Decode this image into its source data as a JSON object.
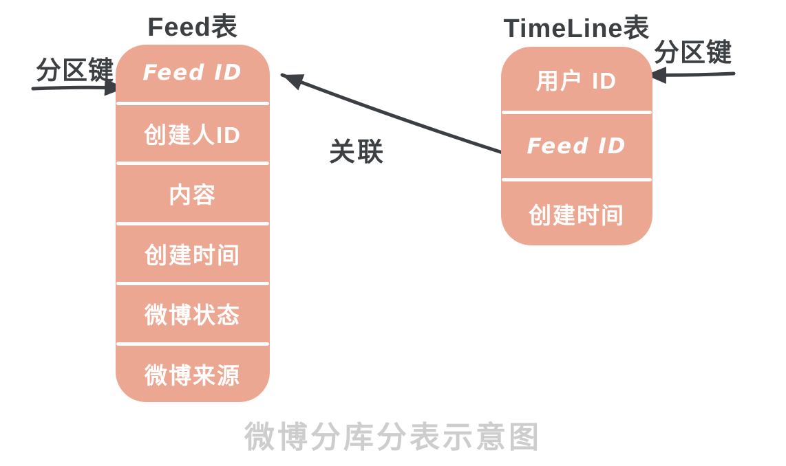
{
  "diagram": {
    "caption": "微博分库分表示意图",
    "relation_label": "关联",
    "partition_key_left": "分区键",
    "partition_key_right": "分区键",
    "tables": [
      {
        "id": "feed",
        "title": "Feed表",
        "rows": [
          "Feed ID",
          "创建人ID",
          "内容",
          "创建时间",
          "微博状态",
          "微博来源"
        ]
      },
      {
        "id": "timeline",
        "title": "TimeLine表",
        "rows": [
          "用户 ID",
          "Feed ID",
          "创建时间"
        ]
      }
    ],
    "colors": {
      "table_fill": "#ECA792",
      "divider": "#FFFFFF",
      "row_text": "#FFFFFF",
      "arrow": "#3B3F43",
      "label_text": "#3C4043",
      "caption_text": "#CDCDCD"
    }
  }
}
